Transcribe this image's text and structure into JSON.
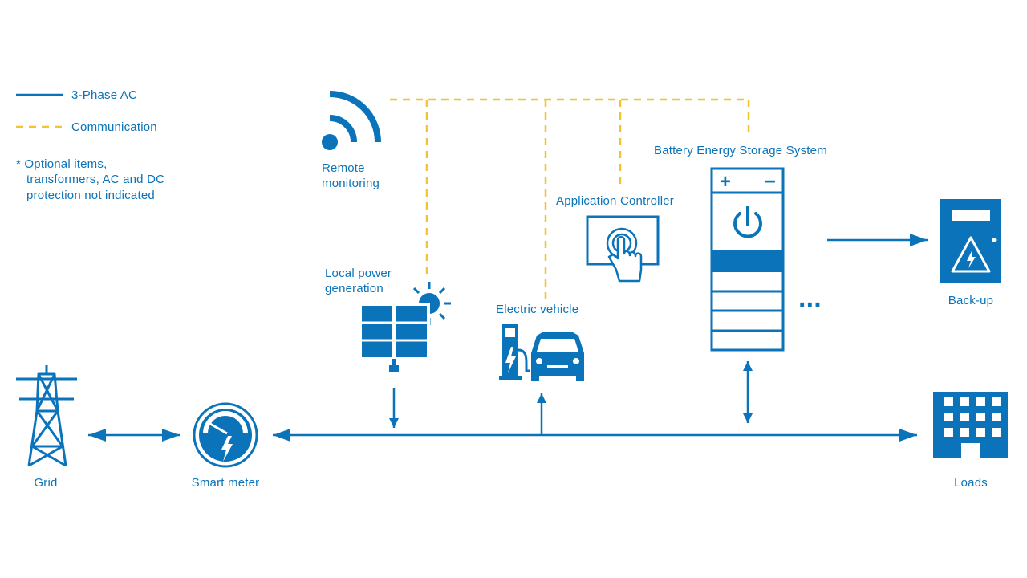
{
  "colors": {
    "primary": "#0a73b9",
    "communication": "#f3c330",
    "background": "#ffffff"
  },
  "legend": {
    "ac": "3-Phase AC",
    "communication": "Communication",
    "note_line1": "* Optional items,",
    "note_line2": "transformers, AC and DC",
    "note_line3": "protection not indicated"
  },
  "nodes": {
    "remote_line1": "Remote",
    "remote_line2": "monitoring",
    "local_line1": "Local power",
    "local_line2": "generation",
    "ev": "Electric vehicle",
    "app_controller": "Application Controller",
    "bess": "Battery Energy Storage System",
    "backup": "Back-up",
    "grid": "Grid",
    "smart_meter": "Smart meter",
    "loads": "Loads",
    "ellipsis": "...",
    "plus": "+",
    "minus": "−"
  },
  "icons": [
    "wifi-icon",
    "solar-panel-icon",
    "sun-icon",
    "ev-charger-icon",
    "car-icon",
    "touch-controller-icon",
    "battery-rack-icon",
    "power-icon",
    "backup-cabinet-icon",
    "high-voltage-icon",
    "pylon-icon",
    "meter-gauge-icon",
    "building-icon"
  ]
}
